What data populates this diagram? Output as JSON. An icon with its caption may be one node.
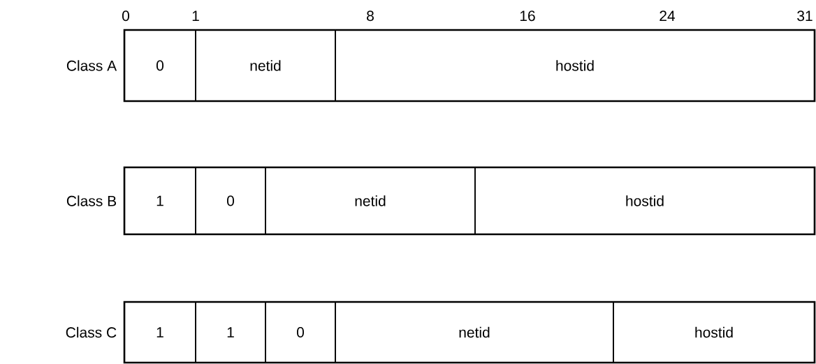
{
  "diagram": {
    "nodes": [
      {
        "text": [
          "Class A"
        ]
      },
      {
        "text": [
          "0"
        ],
        "in": 0
      },
      {
        "text": [
          "netid"
        ],
        "in": 0
      },
      {
        "text": [
          "hostid"
        ],
        "in": 0
      },
      {
        "text": [
          "Class B"
        ]
      },
      {
        "text": [
          "1"
        ],
        "in": 4
      },
      {
        "text": [
          "0"
        ],
        "in": 4
      },
      {
        "text": [
          "netid"
        ],
        "in": 4
      },
      {
        "text": [
          "hostid"
        ],
        "in": 4
      },
      {
        "text": [
          "Class C"
        ]
      },
      {
        "text": [
          "1"
        ],
        "in": 9
      },
      {
        "text": [
          "1"
        ],
        "in": 9
      },
      {
        "text": [
          "0"
        ],
        "in": 9
      },
      {
        "text": [
          "netid"
        ],
        "in": 9
      },
      {
        "text": [
          "hostid"
        ],
        "in": 9
      }
    ],
    "labels": [
      "0",
      "1",
      "8",
      "16",
      "24",
      "31"
    ]
  }
}
